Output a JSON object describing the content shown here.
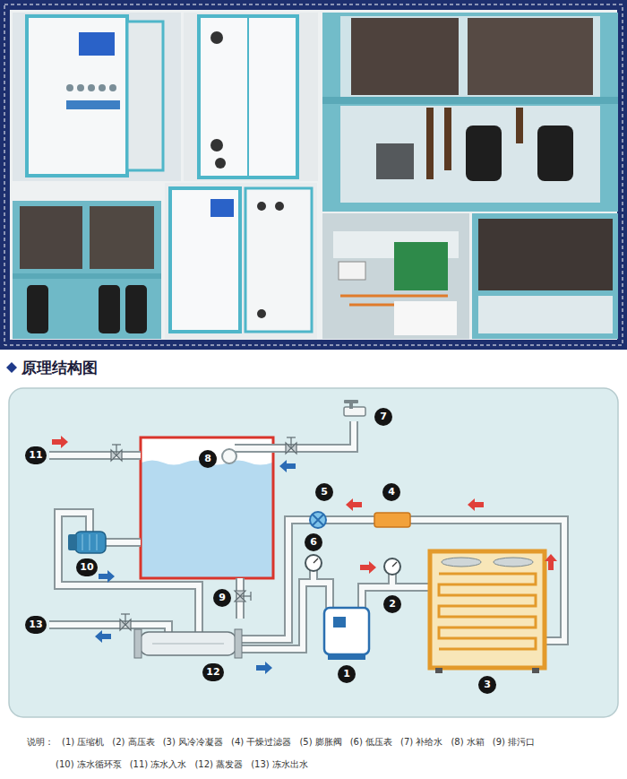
{
  "diagram": {
    "title": "原理结构图",
    "nodes": [
      {
        "text": [
          "7"
        ]
      },
      {
        "text": [
          "11"
        ]
      },
      {
        "text": [
          "8"
        ]
      },
      {
        "text": [
          "5"
        ]
      },
      {
        "text": [
          "4"
        ]
      },
      {
        "text": [
          "6"
        ]
      },
      {
        "text": [
          "10"
        ]
      },
      {
        "text": [
          "9"
        ]
      },
      {
        "text": [
          "2"
        ]
      },
      {
        "text": [
          "13"
        ]
      },
      {
        "text": [
          "12"
        ]
      },
      {
        "text": [
          "1"
        ]
      },
      {
        "text": [
          "3"
        ]
      }
    ],
    "labels": [
      "说明：",
      "(1) 压缩机",
      "(2) 高压表",
      "(3) 风冷冷凝器",
      "(4) 干燥过滤器",
      "(5) 膨胀阀",
      "(6) 低压表",
      "(7) 补给水",
      "(8) 水箱",
      "(9) 排污口",
      "(10) 冻水循环泵",
      "(11) 冻水入水",
      "(12) 蒸发器",
      "(13) 冻水出水"
    ]
  }
}
